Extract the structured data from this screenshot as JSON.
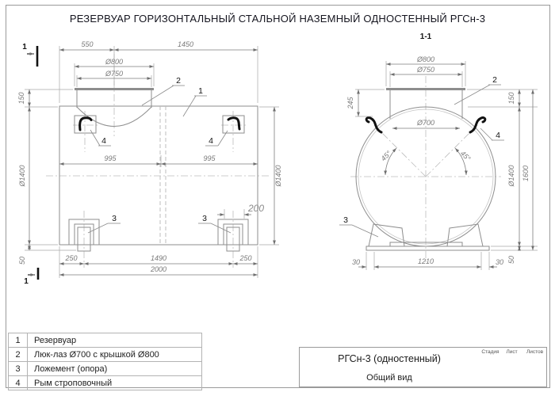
{
  "drawing_title": "РЕЗЕРВУАР ГОРИЗОНТАЛЬНЫЙ СТАЛЬНОЙ НАЗЕМНЫЙ ОДНОСТЕННЫЙ РГСн-3",
  "side_view": {
    "section_mark_top": "1",
    "section_mark_bottom": "1",
    "dim_550": "550",
    "dim_1450": "1450",
    "dim_d800": "Ø800",
    "dim_d750": "Ø750",
    "dim_150": "150",
    "dim_d1400_left": "Ø1400",
    "dim_d1400_right": "Ø1400",
    "dim_995_left": "995",
    "dim_995_right": "995",
    "dim_200": "200",
    "dim_50": "50",
    "dim_250_left": "250",
    "dim_1490": "1490",
    "dim_250_right": "250",
    "dim_2000": "2000",
    "callout_tank": "1",
    "callout_manhole": "2",
    "callout_support_left": "3",
    "callout_support_right": "3",
    "callout_eye_left": "4",
    "callout_eye_right": "4"
  },
  "section_view": {
    "label": "1-1",
    "dim_d800": "Ø800",
    "dim_d750": "Ø750",
    "dim_d700": "Ø700",
    "dim_245": "245",
    "dim_150": "150",
    "dim_d1400": "Ø1400",
    "dim_1600": "1600",
    "dim_50": "50",
    "dim_30_left": "30",
    "dim_1210": "1210",
    "dim_30_right": "30",
    "angle_left": "45°",
    "angle_right": "45°",
    "callout_manhole": "2",
    "callout_support": "3",
    "callout_eye": "4"
  },
  "parts_table": {
    "rows": [
      {
        "num": "1",
        "name": "Резервуар"
      },
      {
        "num": "2",
        "name": "Люк-лаз Ø700 с крышкой Ø800"
      },
      {
        "num": "3",
        "name": "Ложемент (опора)"
      },
      {
        "num": "4",
        "name": "Рым строповочный"
      }
    ]
  },
  "title_block": {
    "model": "РГСн-3 (одностенный)",
    "view_name": "Общий вид",
    "col_stage": "Стадия",
    "col_sheet": "Лист",
    "col_sheets": "Листов"
  }
}
